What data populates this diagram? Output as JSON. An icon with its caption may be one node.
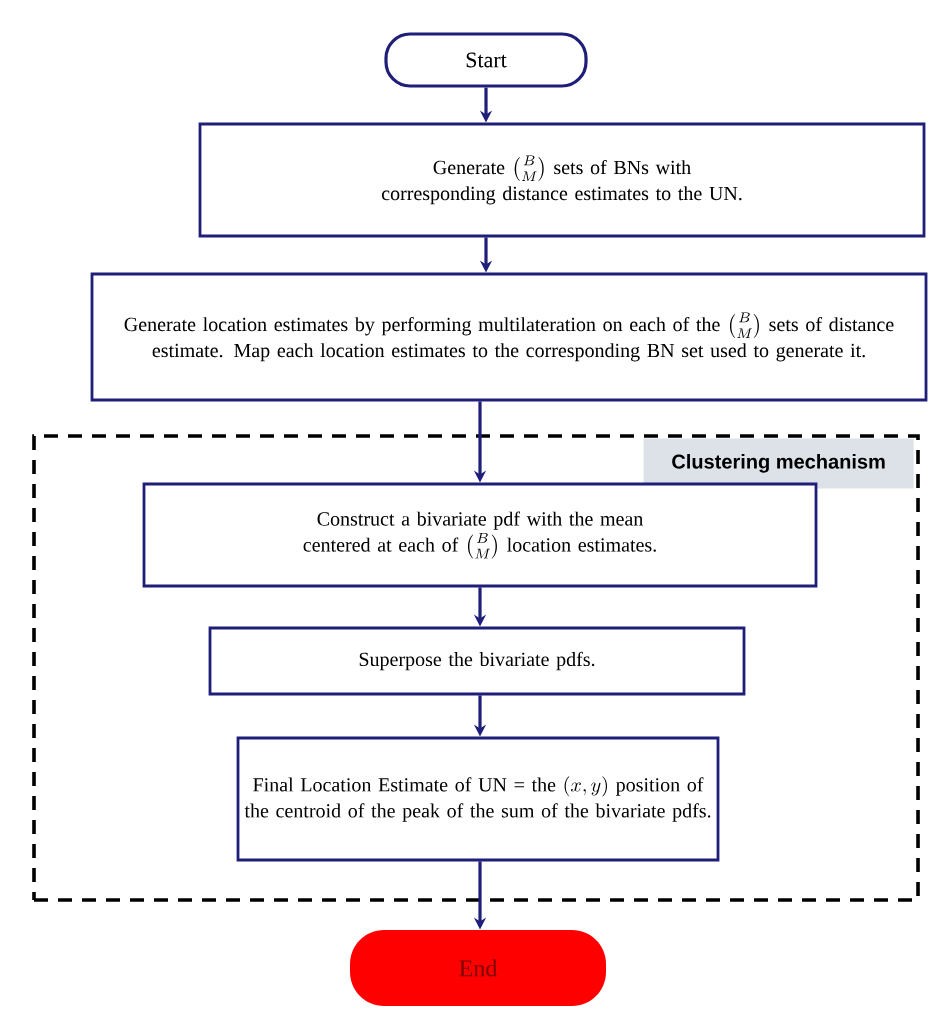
{
  "diagram": {
    "nodes": [
      {
        "text": [
          "Start"
        ]
      },
      {
        "text": [
          "Generate",
          "\\binom{B}{M}",
          "sets of BNs with corresponding distance estimates to the UN."
        ]
      },
      {
        "text": [
          "Generate location estimates by performing multilateration on each of the",
          "\\binom{B}{M}",
          "sets of distance estimate. Map each location estimates to the corresponding BN set used to generate it."
        ]
      },
      {
        "text": [
          "Clustering mechanism"
        ]
      },
      {
        "text": [
          "Construct a bivariate pdf with the mean centered at each of",
          "\\binom{B}{M}",
          "location estimates."
        ],
        "in": 3
      },
      {
        "text": [
          "Superpose the bivariate pdfs."
        ],
        "in": 3
      },
      {
        "text": [
          "Final Location Estimate of UN = the",
          "(x,y)",
          "position of the centroid of the peak of the sum of the bivariate pdfs."
        ],
        "in": 3
      },
      {
        "text": [
          "End"
        ]
      }
    ],
    "edges": [
      {
        "from": 0,
        "to": 1,
        "arrow": "to"
      },
      {
        "from": 1,
        "to": 2,
        "arrow": "to"
      },
      {
        "from": 2,
        "to": 4,
        "arrow": "to"
      },
      {
        "from": 4,
        "to": 5,
        "arrow": "to"
      },
      {
        "from": 5,
        "to": 6,
        "arrow": "to"
      },
      {
        "from": 6,
        "to": 7,
        "arrow": "to"
      }
    ]
  }
}
